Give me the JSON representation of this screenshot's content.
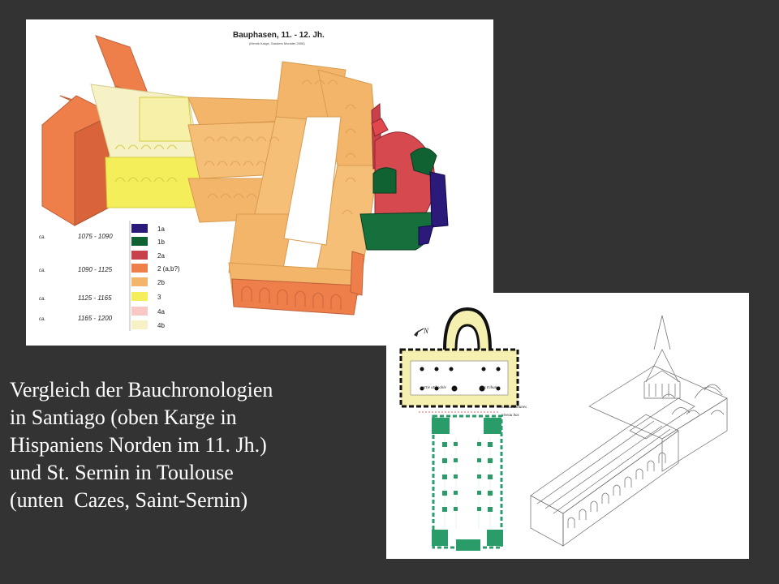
{
  "top_figure": {
    "title": "Bauphasen, 11. - 12. Jh.",
    "subtitle": "(Henrik Karge, Sanders Monster 2006)",
    "legend": [
      {
        "period": "1075 - 1090",
        "ca": "ca.",
        "entries": [
          {
            "code": "1a",
            "color": "#2b1a7a"
          },
          {
            "code": "1b",
            "color": "#116233"
          }
        ]
      },
      {
        "period": "1090 - 1125",
        "ca": "ca.",
        "entries": [
          {
            "code": "2a",
            "color": "#c8404a"
          },
          {
            "code": "2 (a,b?)",
            "color": "#ee7f4a"
          },
          {
            "code": "2b",
            "color": "#f2b56a"
          }
        ]
      },
      {
        "period": "1125 - 1165",
        "ca": "ca.",
        "entries": [
          {
            "code": "3",
            "color": "#f3ee5a"
          }
        ]
      },
      {
        "period": "1165 - 1200",
        "ca": "ca.",
        "entries": [
          {
            "code": "4a",
            "color": "#f7c8c4"
          },
          {
            "code": "4b",
            "color": "#f6f2c6"
          }
        ]
      }
    ]
  },
  "bottom_figure": {
    "north_label": "N",
    "labels": [
      "partie utilisable",
      "des tribunes",
      "niveau tribunes",
      "niveau bas"
    ],
    "colors": {
      "plan_yellow": "#f6f0b0",
      "plan_green": "#2a9c6a"
    }
  },
  "caption": {
    "lines": [
      "Vergleich der Bauchronologien",
      "in Santiago (oben Karge in",
      "Hispaniens Norden im 11. Jh.)",
      "und St. Sernin in Toulouse",
      "(unten  Cazes, Saint-Sernin)"
    ]
  }
}
